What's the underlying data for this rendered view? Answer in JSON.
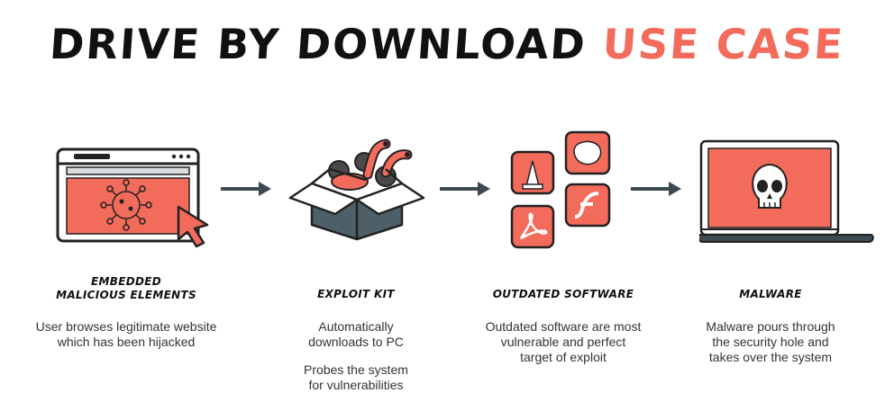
{
  "title": {
    "part1": "DRIVE BY DOWNLOAD",
    "part2": "USE CASE"
  },
  "colors": {
    "accent": "#f26b5b",
    "dark": "#3e4a52",
    "text": "#111111"
  },
  "steps": [
    {
      "heading_line1": "EMBEDDED",
      "heading_line2": "MALICIOUS ELEMENTS",
      "desc_line1": "User browses legitimate website",
      "desc_line2": "which has been hijacked",
      "icon": "browser-virus-cursor-icon"
    },
    {
      "heading": "EXPLOIT KIT",
      "desc_line1": "Automatically",
      "desc_line2": "downloads to PC",
      "desc2_line1": "Probes the system",
      "desc2_line2": "for vulnerabilities",
      "icon": "open-box-worms-icon"
    },
    {
      "heading": "OUTDATED SOFTWARE",
      "desc_line1": "Outdated software are most",
      "desc_line2": "vulnerable and perfect",
      "desc_line3": "target of exploit",
      "icon": "software-apps-icon"
    },
    {
      "heading": "MALWARE",
      "desc_line1": "Malware pours through",
      "desc_line2": "the security hole and",
      "desc_line3": "takes over the system",
      "icon": "laptop-skull-icon"
    }
  ]
}
